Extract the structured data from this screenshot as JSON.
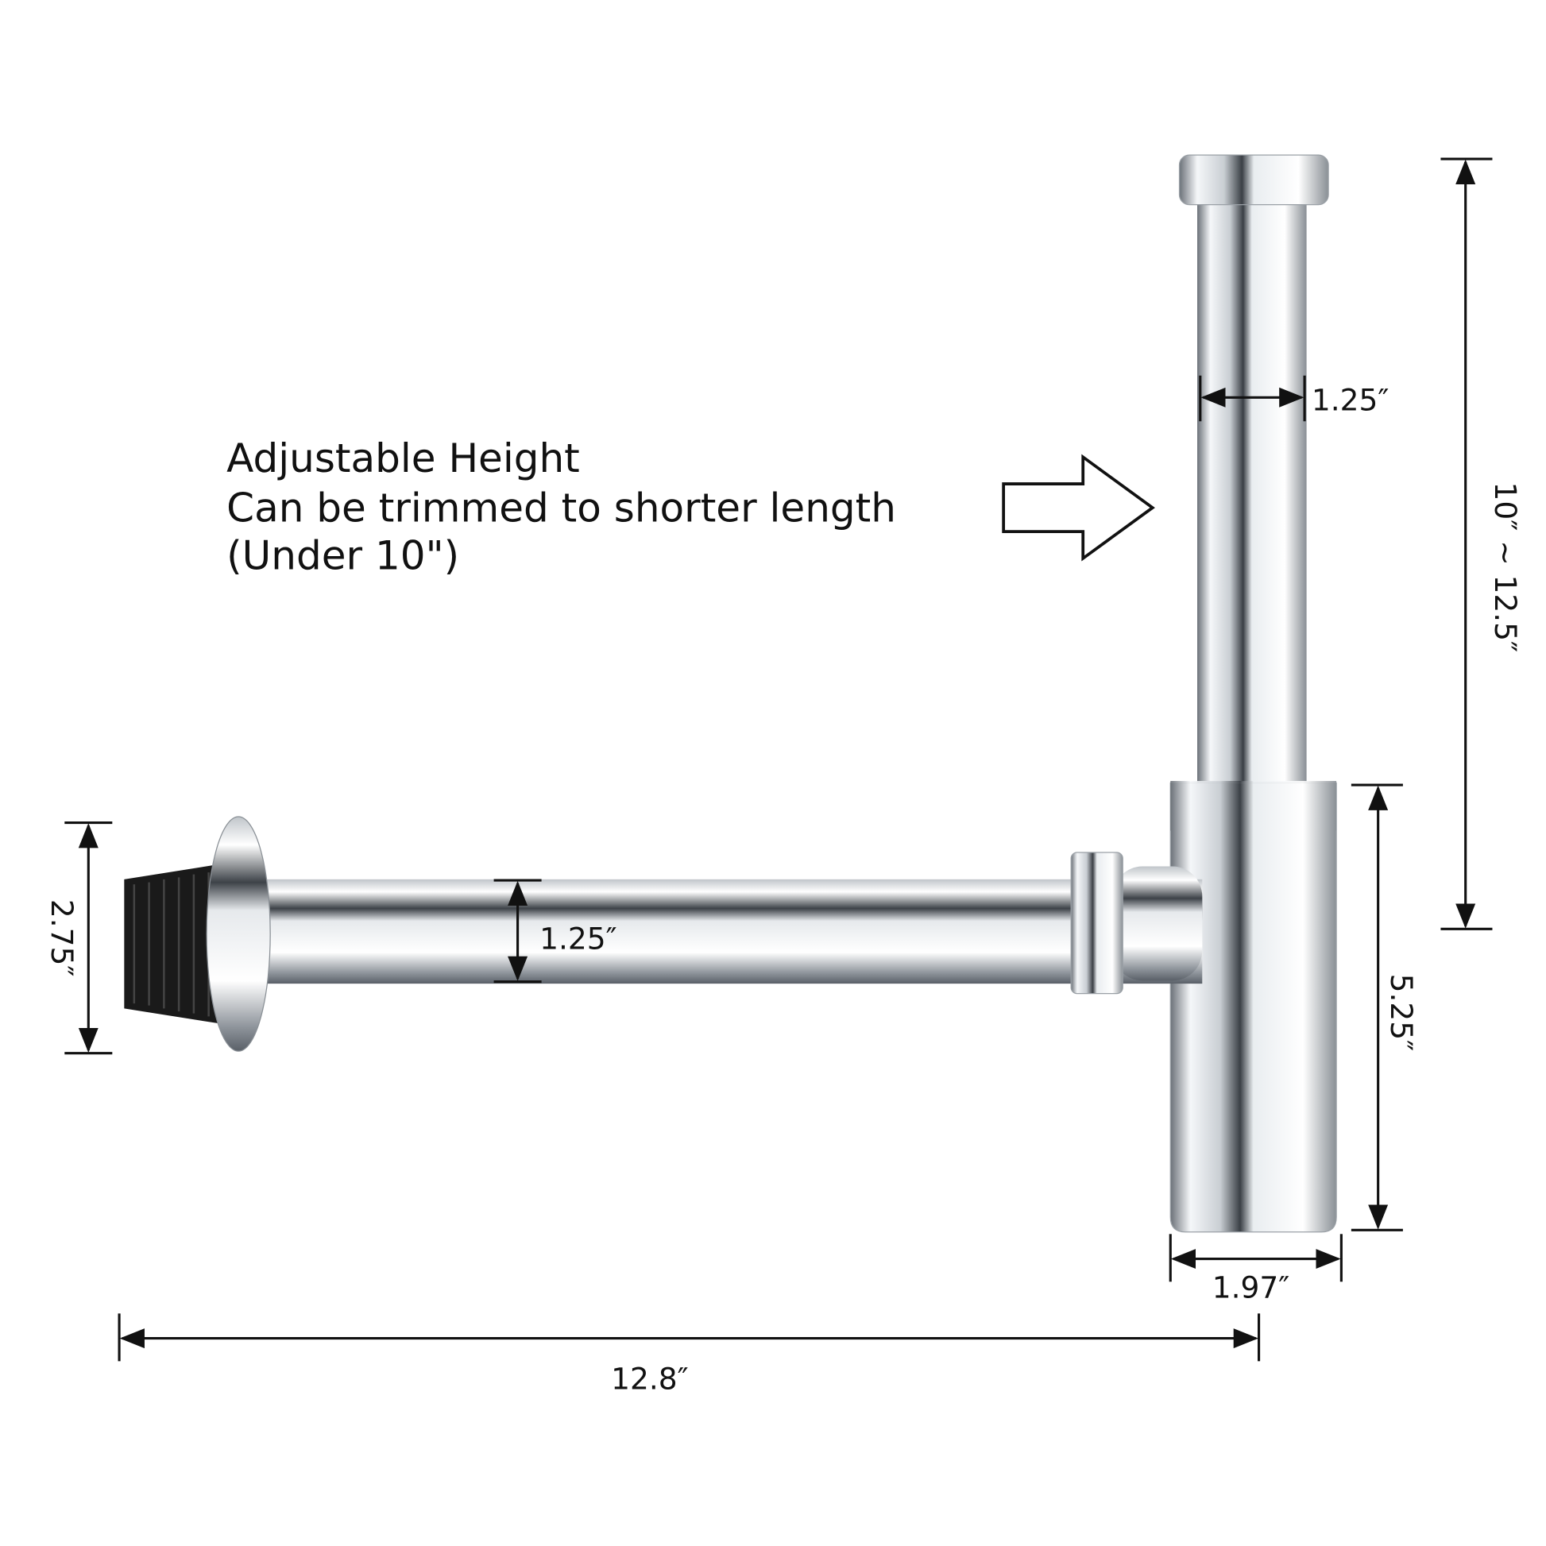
{
  "note": {
    "line1": "Adjustable Height",
    "line2": "Can be trimmed to shorter length",
    "line3": "(Under 10\")"
  },
  "dimensions": {
    "total_height": "10″ ~ 12.5″",
    "upper_pipe_diameter": "1.25″",
    "body_height": "5.25″",
    "body_diameter": "1.97″",
    "total_length": "12.8″",
    "horizontal_pipe_diameter": "1.25″",
    "flange_diameter": "2.75″"
  },
  "colors": {
    "chrome_light": "#f4f6f8",
    "chrome_dark": "#5a6068",
    "thread": "#1a1a1a"
  }
}
